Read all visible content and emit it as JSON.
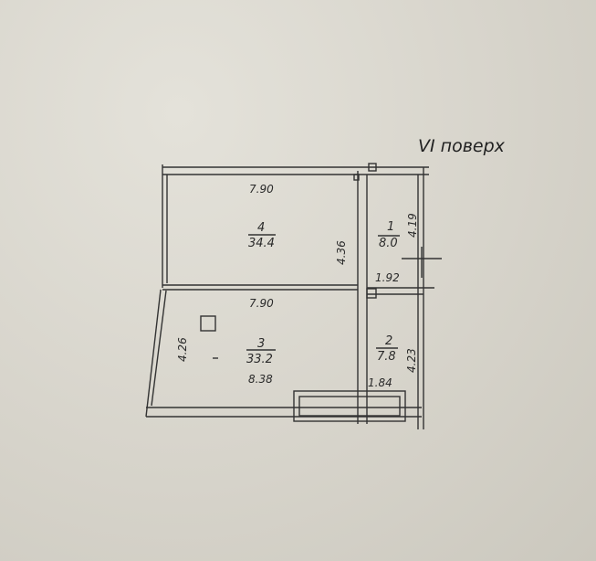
{
  "floor_label": "VI поверх",
  "rooms": [
    {
      "number": "4",
      "area": "34.4"
    },
    {
      "number": "1",
      "area": "8.0"
    },
    {
      "number": "3",
      "area": "33.2"
    },
    {
      "number": "2",
      "area": "7.8"
    }
  ],
  "dimensions": {
    "room4_top": "7.90",
    "room4_right": "4.36",
    "room1_right": "4.19",
    "room1_bottom": "1.92",
    "room3_top": "7.90",
    "room3_left": "4.26",
    "room3_bottom": "8.38",
    "room2_right": "4.23",
    "room2_bottom": "1.84"
  },
  "colors": {
    "paper": "#d9d6cd",
    "ink": "#2a2a2a"
  }
}
